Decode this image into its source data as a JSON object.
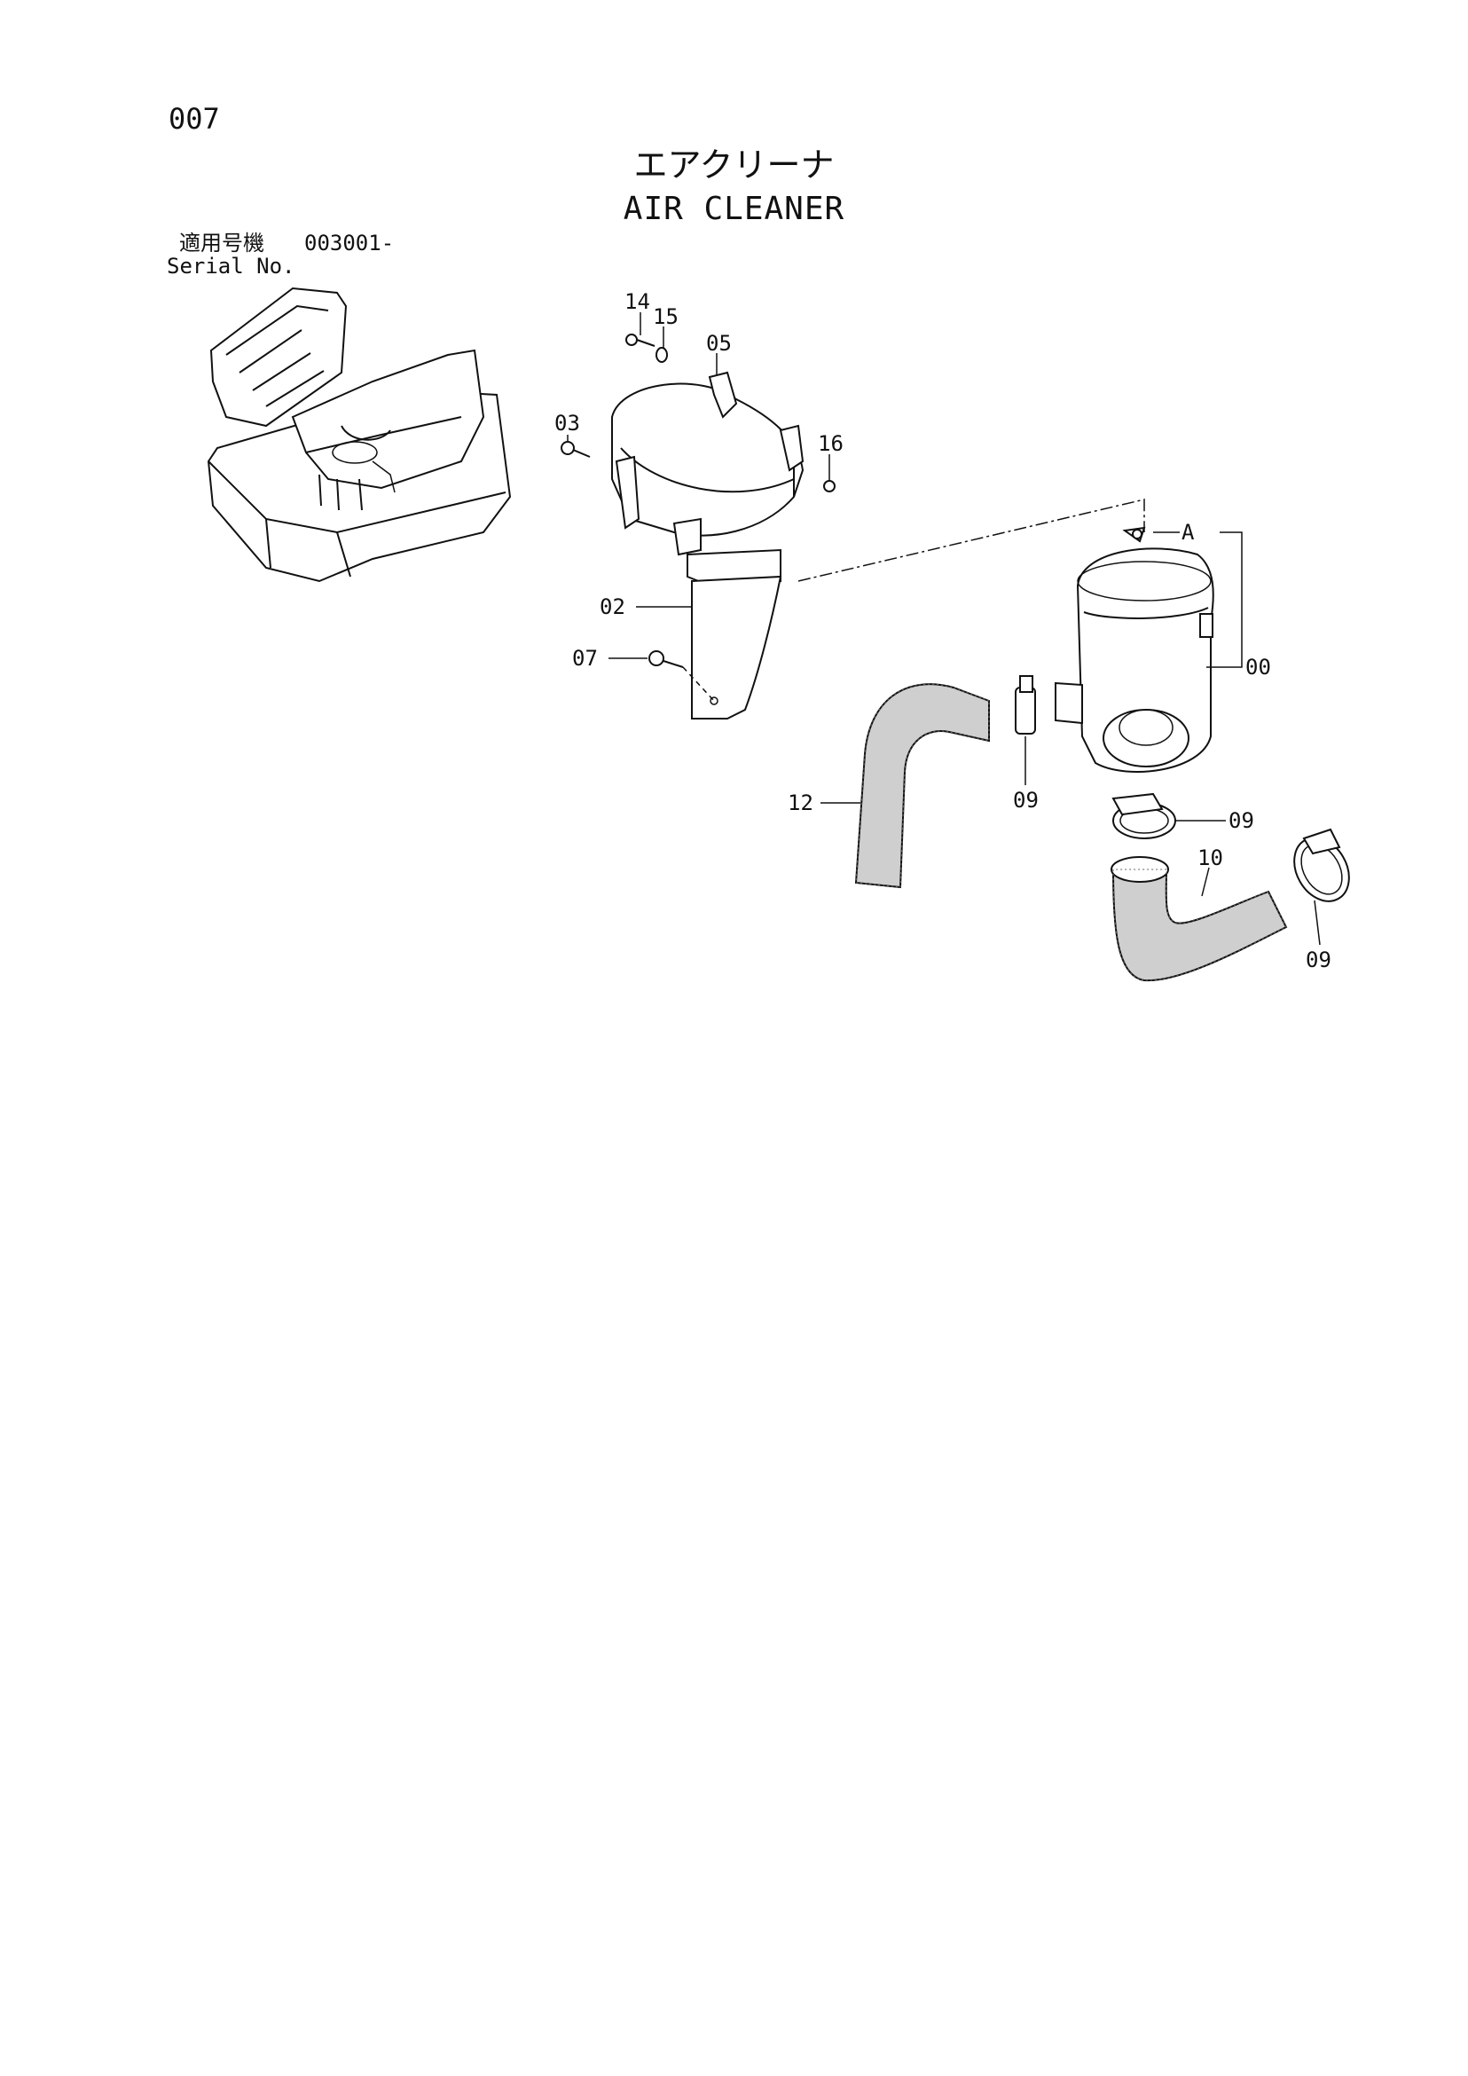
{
  "page": {
    "number": "007",
    "title_jp": "エアクリーナ",
    "title_en": "AIR CLEANER"
  },
  "applicability": {
    "label_jp": "適用号機",
    "label_en": "Serial No.",
    "value": "003001-"
  },
  "callouts": {
    "c00": "00",
    "c02": "02",
    "c03": "03",
    "c05": "05",
    "c07": "07",
    "c09a": "09",
    "c09b": "09",
    "c09c": "09",
    "c10": "10",
    "c12": "12",
    "c14": "14",
    "c15": "15",
    "c16": "16",
    "cA": "A"
  }
}
